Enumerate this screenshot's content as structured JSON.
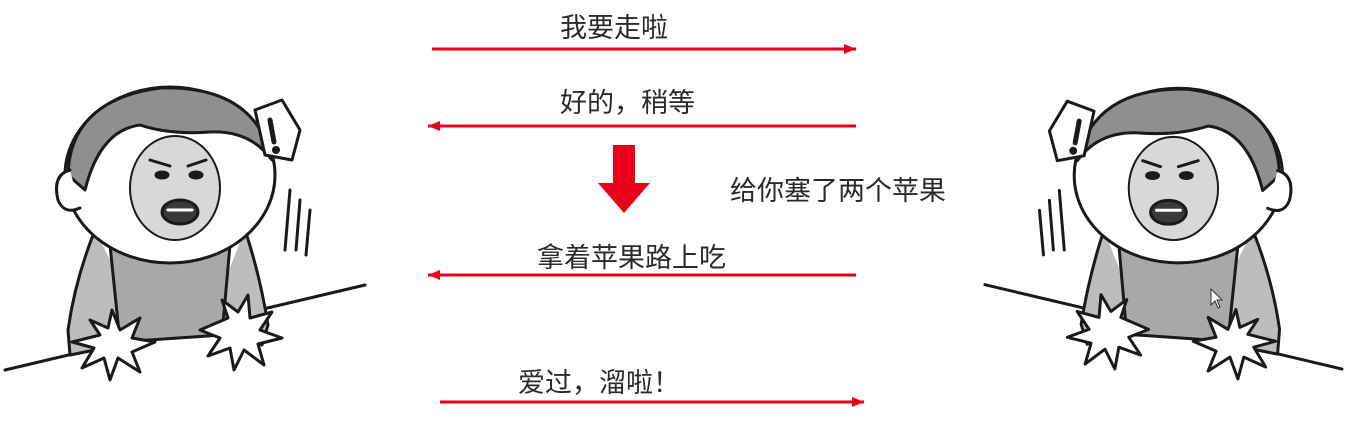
{
  "messages": [
    {
      "text": "我要走啦",
      "direction": "right"
    },
    {
      "text": "好的，稍等",
      "direction": "left"
    },
    {
      "text": "拿着苹果路上吃",
      "direction": "left"
    },
    {
      "text": "爱过，溜啦！",
      "direction": "right"
    }
  ],
  "process_note": "给你塞了两个苹果",
  "colors": {
    "arrow": "#e8001c",
    "text": "#2a2a2a"
  },
  "icons": {
    "left_character": "shocked-cartoon-man-icon",
    "right_character": "shocked-cartoon-man-icon",
    "process": "down-arrow-icon",
    "cursor": "mouse-cursor-icon"
  }
}
